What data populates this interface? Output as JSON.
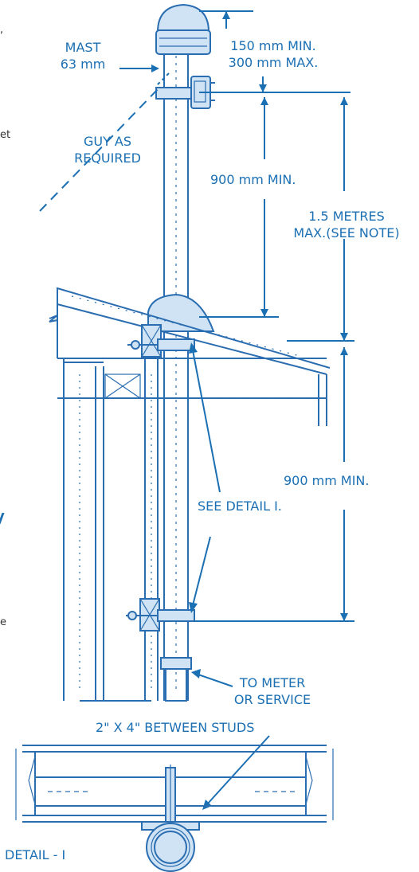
{
  "labels": {
    "mast": "MAST",
    "mast_size": "63 mm",
    "clearance_min": "150 mm MIN.",
    "clearance_max": "300 mm MAX.",
    "guy_line1": "GUY AS",
    "guy_line2": "REQUIRED",
    "upper_support": "900 mm MIN.",
    "metres_line1": "1.5 METRES",
    "metres_line2": "MAX.(SEE NOTE)",
    "lower_support": "900 mm MIN.",
    "see_detail": "SEE DETAIL I.",
    "meter_line1": "TO METER",
    "meter_line2": "OR SERVICE",
    "studs": "2\" X 4\" BETWEEN STUDS",
    "detail": "DETAIL - I"
  },
  "edge_fragments": {
    "frag1": ",",
    "frag2": "et",
    "frag3": "e"
  },
  "colors": {
    "label_blue": "#1b6fb3",
    "line_blue": "#2a6db0",
    "fill_light": "#cfe3f5"
  }
}
